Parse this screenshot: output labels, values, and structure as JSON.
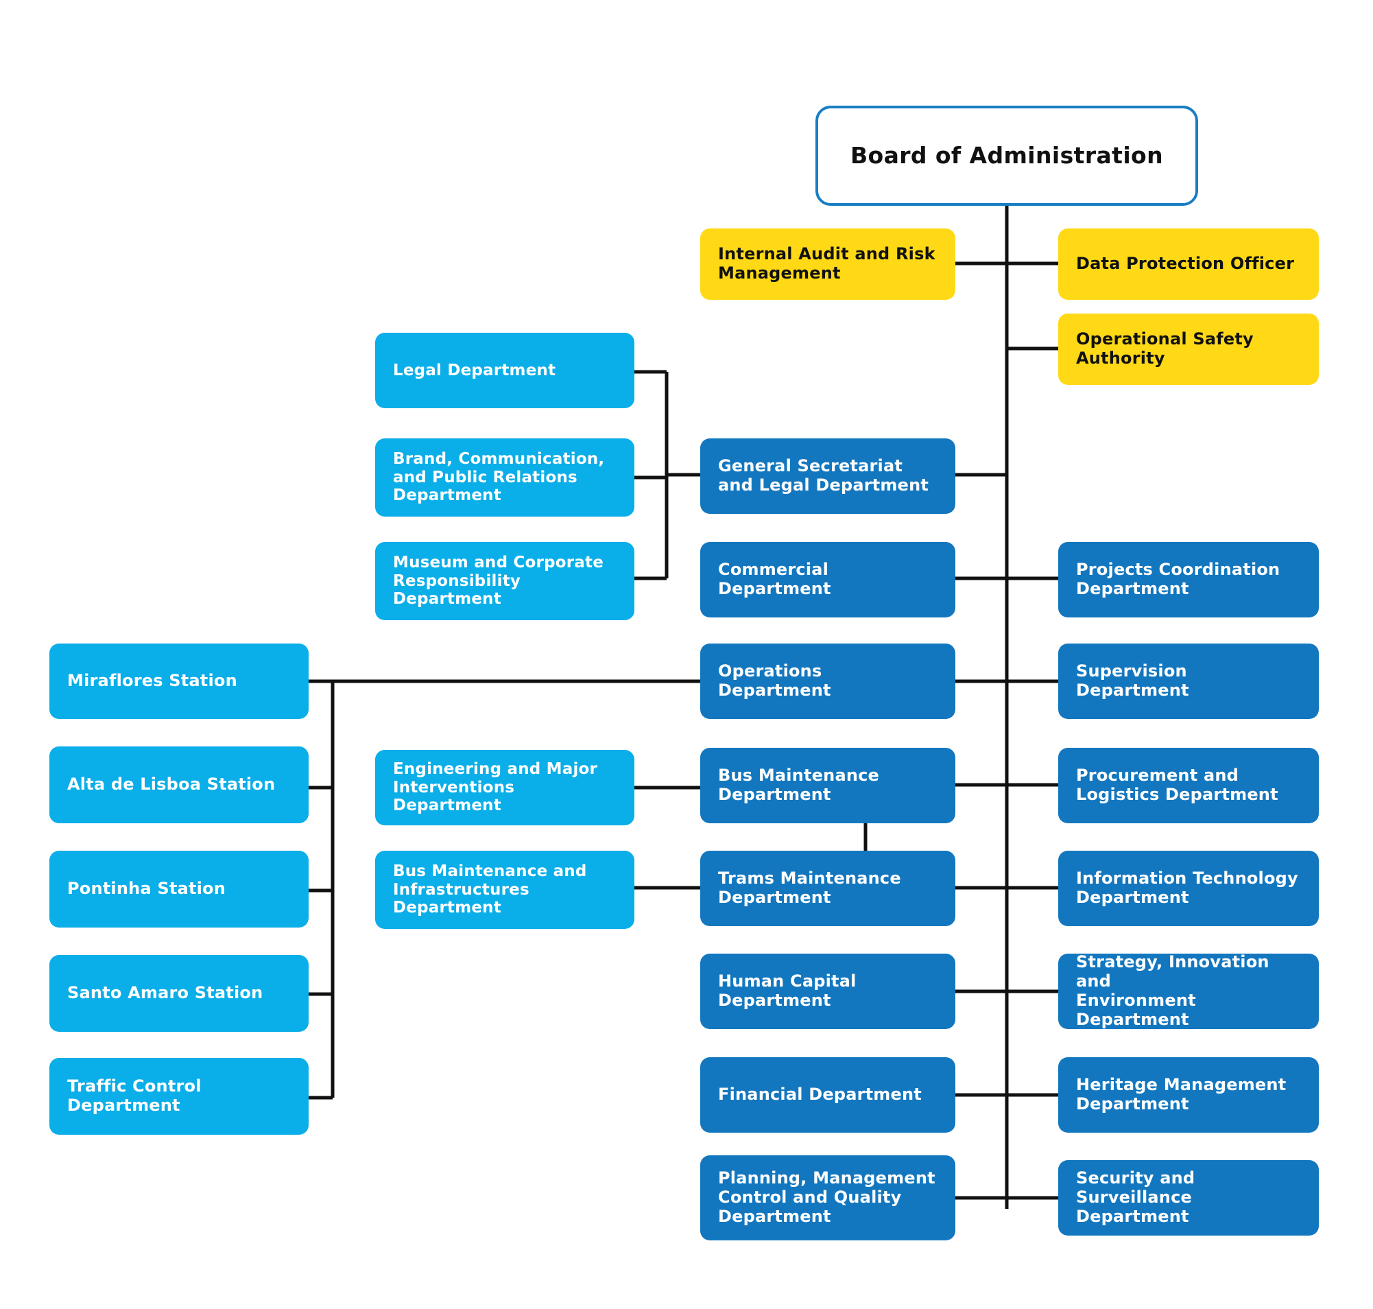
{
  "chart_data": {
    "type": "diagram",
    "title": "Board of Administration organizational chart",
    "node_styles": {
      "root": "#ffffff fill with #1a7ec4 outline",
      "staff": "#ffd916",
      "division": "#1377bf",
      "sub_unit": "#0aaee8"
    }
  },
  "colors": {
    "root_border": "#1a7ec4",
    "root_fill": "#ffffff",
    "yellow": "#ffd916",
    "dark_blue": "#1377bf",
    "light_blue": "#0aaee8",
    "connector": "#111111",
    "background": "#ffffff",
    "text_on_dark": "#ffffff",
    "text_on_light": "#111111"
  },
  "root": {
    "label": "Board of Administration"
  },
  "staff_units": [
    {
      "label": "Internal Audit and Risk\nManagement",
      "side": "left"
    },
    {
      "label": "Data Protection Officer",
      "side": "right"
    },
    {
      "label": "Operational Safety\nAuthority",
      "side": "right"
    }
  ],
  "center_divisions": [
    {
      "label": "General Secretariat\nand Legal Department"
    },
    {
      "label": "Commercial Department"
    },
    {
      "label": "Operations Department"
    },
    {
      "label": "Bus Maintenance\nDepartment"
    },
    {
      "label": "Trams Maintenance\nDepartment"
    },
    {
      "label": "Human Capital\nDepartment"
    },
    {
      "label": "Financial Department"
    },
    {
      "label": "Planning, Management\nControl and Quality\nDepartment"
    }
  ],
  "right_divisions": [
    {
      "label": "Projects Coordination\nDepartment"
    },
    {
      "label": "Supervision Department"
    },
    {
      "label": "Procurement and\nLogistics Department"
    },
    {
      "label": "Information Technology\nDepartment"
    },
    {
      "label": "Strategy, Innovation and\nEnvironment Department"
    },
    {
      "label": "Heritage Management\nDepartment"
    },
    {
      "label": "Security and Surveillance\nDepartment"
    }
  ],
  "secretariat_sub_units": [
    {
      "label": "Legal Department"
    },
    {
      "label": "Brand, Communication,\nand Public Relations\nDepartment"
    },
    {
      "label": "Museum and Corporate\nResponsibility\nDepartment"
    }
  ],
  "maintenance_sub_units": [
    {
      "label": "Engineering and Major\nInterventions Department"
    },
    {
      "label": "Bus Maintenance and\nInfrastructures\nDepartment"
    }
  ],
  "stations": [
    {
      "label": "Miraflores Station"
    },
    {
      "label": "Alta de Lisboa Station"
    },
    {
      "label": "Pontinha Station"
    },
    {
      "label": "Santo Amaro Station"
    },
    {
      "label": "Traffic Control\nDepartment"
    }
  ]
}
